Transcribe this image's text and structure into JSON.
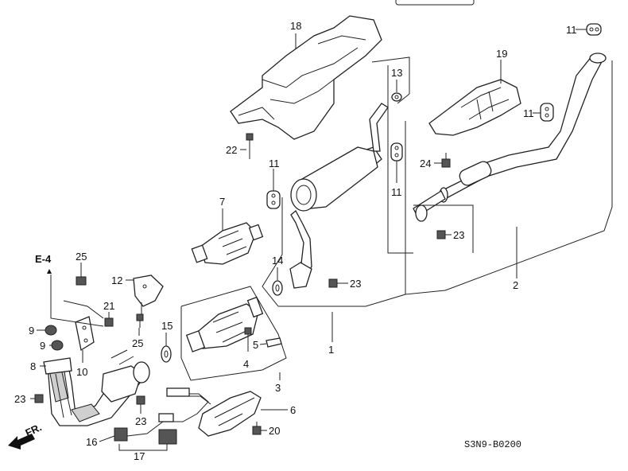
{
  "diagram": {
    "code": "S3N9-B0200",
    "front_marker": "FR.",
    "ref_marker": "E-4",
    "labels": {
      "p18": "18",
      "p19": "19",
      "p11a": "11",
      "p11b": "11",
      "p11c": "11",
      "p11d": "11",
      "p13": "13",
      "p22": "22",
      "p24": "24",
      "p7": "7",
      "p23a": "23",
      "p23b": "23",
      "p23c": "23",
      "p23d": "23",
      "p14": "14",
      "p2": "2",
      "p1": "1",
      "p12": "12",
      "p25a": "25",
      "p25b": "25",
      "p21": "21",
      "p15": "15",
      "p9a": "9",
      "p9b": "9",
      "p10": "10",
      "p8": "8",
      "p5": "5",
      "p4": "4",
      "p3": "3",
      "p6": "6",
      "p20": "20",
      "p16": "16",
      "p17": "17"
    }
  }
}
